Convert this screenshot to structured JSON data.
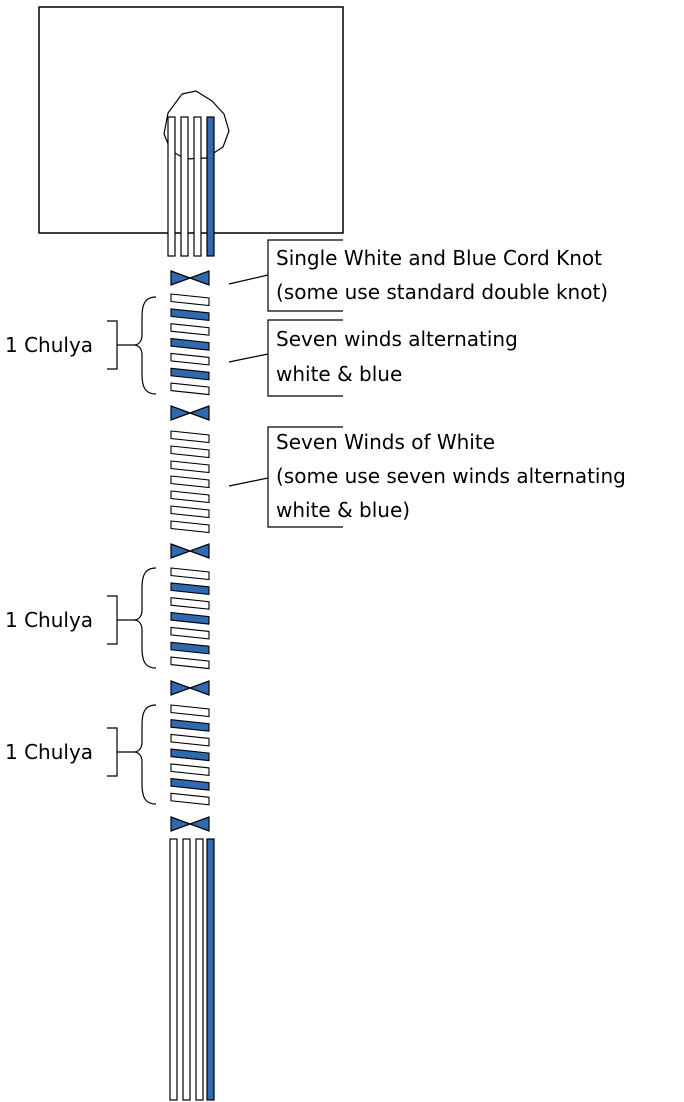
{
  "colors": {
    "blue": "#2f6ab0",
    "white": "#ffffff",
    "outline": "#000000"
  },
  "callouts": [
    {
      "id": "knot",
      "lines": [
        "Single White and Blue Cord Knot",
        "(some use standard double knot)"
      ]
    },
    {
      "id": "alternating",
      "lines": [
        "Seven winds alternating",
        "white & blue"
      ]
    },
    {
      "id": "white",
      "lines": [
        "Seven Winds of White",
        "(some use seven winds alternating",
        "white & blue)"
      ]
    }
  ],
  "chulya_labels": [
    "1 Chulya",
    "1 Chulya",
    "1 Chulya"
  ],
  "tassel_sequence": [
    {
      "element": "knot"
    },
    {
      "element": "winds",
      "count": 7,
      "pattern": "white-blue-alternating"
    },
    {
      "element": "knot"
    },
    {
      "element": "winds",
      "count": 7,
      "pattern": "white"
    },
    {
      "element": "knot"
    },
    {
      "element": "winds",
      "count": 7,
      "pattern": "white-blue-alternating"
    },
    {
      "element": "knot"
    },
    {
      "element": "winds",
      "count": 7,
      "pattern": "white-blue-alternating"
    },
    {
      "element": "knot"
    }
  ]
}
